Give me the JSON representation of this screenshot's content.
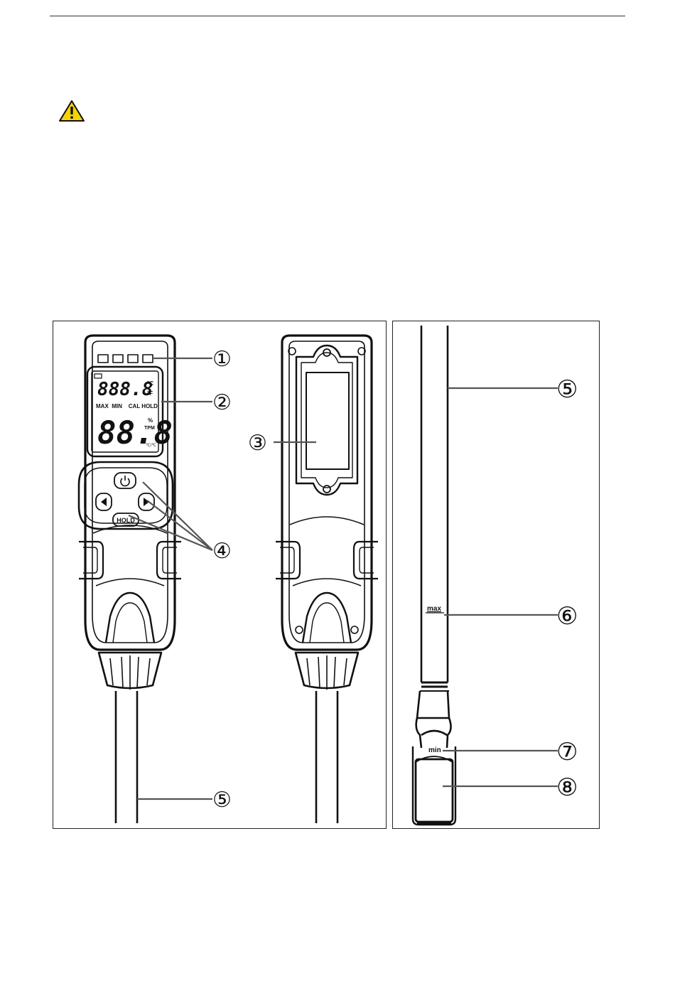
{
  "callouts": {
    "c1": "①",
    "c2": "②",
    "c3": "③",
    "c4": "④",
    "c5": "⑤",
    "c5r": "⑤",
    "c6": "⑥",
    "c7": "⑦",
    "c8": "⑧"
  },
  "lcd": {
    "top_digits": "888.8",
    "unit_c": "°C",
    "unit_f": "°F",
    "modes": "MAX  MIN    CAL HOLD",
    "bottom_digits": "88.8",
    "unit_pct": "%",
    "unit_tpm": "TPM",
    "unit_cal": "℃/℃"
  },
  "buttons": {
    "hold_label": "HOLD"
  },
  "probe": {
    "max_mark": "max",
    "min_mark": "min"
  },
  "icons": {
    "warning": "warning-triangle-icon",
    "power": "power-icon",
    "left": "left-arrow-icon",
    "right": "right-arrow-icon"
  },
  "colors": {
    "warning_fill": "#f5d300",
    "line": "#111111",
    "lcd_bg": "#ffffff"
  }
}
